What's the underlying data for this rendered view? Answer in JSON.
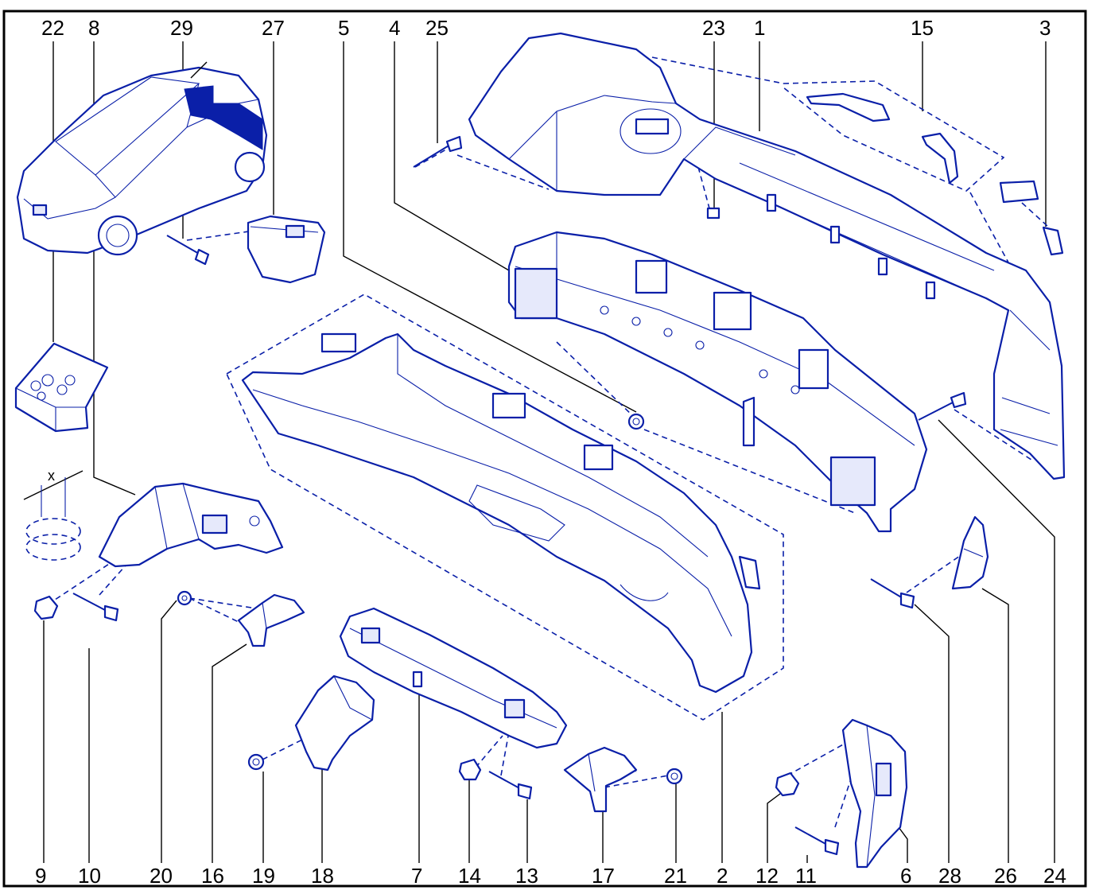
{
  "diagram": {
    "colors": {
      "line": "#0a1fa8",
      "label": "#000000",
      "frame": "#000000"
    },
    "top_labels": [
      "22",
      "8",
      "29",
      "27",
      "5",
      "4",
      "25",
      "23",
      "1",
      "15",
      "3"
    ],
    "bottom_labels": [
      "9",
      "10",
      "20",
      "16",
      "19",
      "18",
      "7",
      "14",
      "13",
      "17",
      "21",
      "2",
      "12",
      "11",
      "6",
      "28",
      "26",
      "24"
    ],
    "dimension_label": "x"
  }
}
